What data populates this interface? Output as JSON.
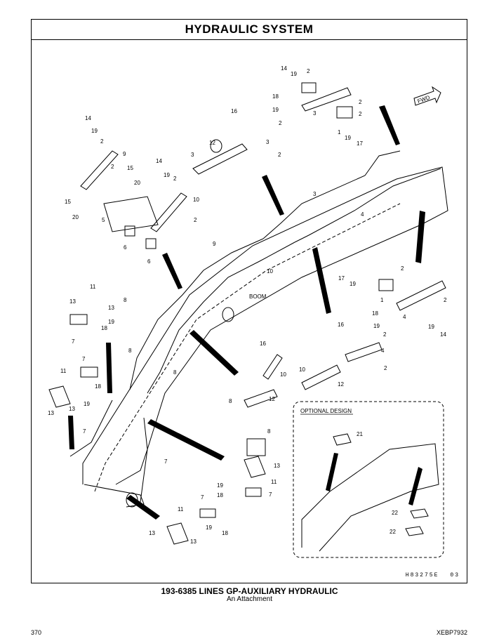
{
  "title": "HYDRAULIC  SYSTEM",
  "labels": {
    "fwd": "FWD",
    "boom": "BOOM",
    "optional_design": "OPTIONAL DESIGN"
  },
  "drawing_id": "H83275E",
  "drawing_rev": "03",
  "caption": {
    "title": "193-6385  LINES GP-AUXILIARY HYDRAULIC",
    "subtitle": "An Attachment"
  },
  "footer": {
    "page_number": "370",
    "doc_code": "XEBP7932"
  },
  "callouts": [
    {
      "id": "c1",
      "n": "14"
    },
    {
      "id": "c2",
      "n": "19"
    },
    {
      "id": "c3",
      "n": "2"
    },
    {
      "id": "c4",
      "n": "18"
    },
    {
      "id": "c5",
      "n": "19"
    },
    {
      "id": "c6",
      "n": "2"
    },
    {
      "id": "c7",
      "n": "2"
    },
    {
      "id": "c8",
      "n": "3"
    },
    {
      "id": "c9",
      "n": "1"
    },
    {
      "id": "c10",
      "n": "19"
    },
    {
      "id": "c11",
      "n": "17"
    },
    {
      "id": "c12",
      "n": "16"
    },
    {
      "id": "c13",
      "n": "2"
    },
    {
      "id": "c14",
      "n": "3"
    },
    {
      "id": "c15",
      "n": "12"
    },
    {
      "id": "c16",
      "n": "2"
    },
    {
      "id": "c17",
      "n": "3"
    },
    {
      "id": "c18",
      "n": "14"
    },
    {
      "id": "c19",
      "n": "19"
    },
    {
      "id": "c20",
      "n": "2"
    },
    {
      "id": "c21",
      "n": "9"
    },
    {
      "id": "c22",
      "n": "2"
    },
    {
      "id": "c23",
      "n": "15"
    },
    {
      "id": "c24",
      "n": "14"
    },
    {
      "id": "c25",
      "n": "20"
    },
    {
      "id": "c26",
      "n": "19"
    },
    {
      "id": "c27",
      "n": "2"
    },
    {
      "id": "c28",
      "n": "10"
    },
    {
      "id": "c29",
      "n": "15"
    },
    {
      "id": "c30",
      "n": "20"
    },
    {
      "id": "c31",
      "n": "5"
    },
    {
      "id": "c32",
      "n": "2"
    },
    {
      "id": "c33",
      "n": "6"
    },
    {
      "id": "c34",
      "n": "6"
    },
    {
      "id": "c35",
      "n": "3"
    },
    {
      "id": "c36",
      "n": "4"
    },
    {
      "id": "c37",
      "n": "9"
    },
    {
      "id": "c38",
      "n": "10"
    },
    {
      "id": "c39",
      "n": "11"
    },
    {
      "id": "c40",
      "n": "8"
    },
    {
      "id": "c41",
      "n": "13"
    },
    {
      "id": "c42",
      "n": "13"
    },
    {
      "id": "c43",
      "n": "19"
    },
    {
      "id": "c44",
      "n": "18"
    },
    {
      "id": "c45",
      "n": "7"
    },
    {
      "id": "c46",
      "n": "17"
    },
    {
      "id": "c47",
      "n": "19"
    },
    {
      "id": "c48",
      "n": "2"
    },
    {
      "id": "c49",
      "n": "1"
    },
    {
      "id": "c50",
      "n": "2"
    },
    {
      "id": "c51",
      "n": "4"
    },
    {
      "id": "c52",
      "n": "19"
    },
    {
      "id": "c53",
      "n": "14"
    },
    {
      "id": "c54",
      "n": "18"
    },
    {
      "id": "c55",
      "n": "16"
    },
    {
      "id": "c56",
      "n": "19"
    },
    {
      "id": "c57",
      "n": "2"
    },
    {
      "id": "c58",
      "n": "4"
    },
    {
      "id": "c59",
      "n": "10"
    },
    {
      "id": "c60",
      "n": "12"
    },
    {
      "id": "c61",
      "n": "2"
    },
    {
      "id": "c62",
      "n": "8"
    },
    {
      "id": "c63",
      "n": "8"
    },
    {
      "id": "c64",
      "n": "16"
    },
    {
      "id": "c65",
      "n": "10"
    },
    {
      "id": "c66",
      "n": "8"
    },
    {
      "id": "c67",
      "n": "12"
    },
    {
      "id": "c68",
      "n": "7"
    },
    {
      "id": "c69",
      "n": "11"
    },
    {
      "id": "c70",
      "n": "19"
    },
    {
      "id": "c71",
      "n": "18"
    },
    {
      "id": "c72",
      "n": "13"
    },
    {
      "id": "c73",
      "n": "13"
    },
    {
      "id": "c74",
      "n": "7"
    },
    {
      "id": "c75",
      "n": "7"
    },
    {
      "id": "c76",
      "n": "8"
    },
    {
      "id": "c77",
      "n": "13"
    },
    {
      "id": "c78",
      "n": "19"
    },
    {
      "id": "c79",
      "n": "11"
    },
    {
      "id": "c80",
      "n": "18"
    },
    {
      "id": "c81",
      "n": "7"
    },
    {
      "id": "c82",
      "n": "11"
    },
    {
      "id": "c83",
      "n": "7"
    },
    {
      "id": "c84",
      "n": "19"
    },
    {
      "id": "c85",
      "n": "18"
    },
    {
      "id": "c86",
      "n": "13"
    },
    {
      "id": "c87",
      "n": "13"
    },
    {
      "id": "c88",
      "n": "21"
    },
    {
      "id": "c89",
      "n": "22"
    },
    {
      "id": "c90",
      "n": "22"
    }
  ]
}
